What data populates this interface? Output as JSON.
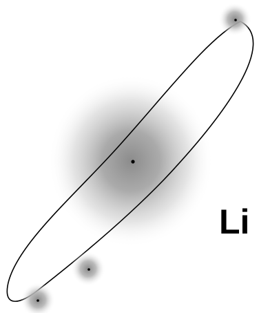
{
  "diagram": {
    "text_label": "Li",
    "colors": {
      "background": "#ffffff",
      "line": "#000000",
      "glow_mid": "#a0a0a0",
      "glow_outer": "#ffffff",
      "center_dot": "#000000"
    },
    "elements": [
      {
        "name": "central-nucleus",
        "kind": "large gray glow with center dot"
      },
      {
        "name": "top-right-electron",
        "kind": "small gray glow with center dot"
      },
      {
        "name": "lower-inner-electron",
        "kind": "small gray glow with center dot"
      },
      {
        "name": "bottom-left-electron",
        "kind": "small gray glow with center dot"
      },
      {
        "name": "elliptical-orbit",
        "kind": "thin black tilted ellipse"
      }
    ]
  }
}
